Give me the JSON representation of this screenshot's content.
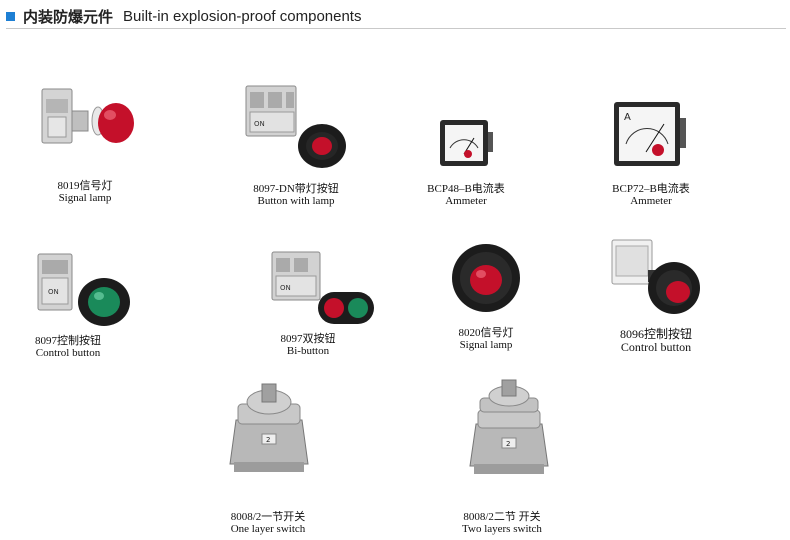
{
  "header": {
    "title_cn": "内装防爆元件",
    "title_en": "Built-in explosion-proof components",
    "marker_color": "#1d7fd4"
  },
  "components": [
    {
      "model": "8019信号灯",
      "name": "Signal lamp",
      "icon": "signal-lamp-icon"
    },
    {
      "model": "8097-DN带灯按钮",
      "name": "Button with lamp",
      "icon": "button-with-lamp-icon"
    },
    {
      "model": "BCP48–B电流表",
      "name": "Ammeter",
      "icon": "ammeter-icon"
    },
    {
      "model": "BCP72–B电流表",
      "name": "Ammeter",
      "icon": "ammeter-icon"
    },
    {
      "model": "8097控制按钮",
      "name": "Control button",
      "icon": "control-button-icon"
    },
    {
      "model": "8097双按钮",
      "name": "Bi-button",
      "icon": "bi-button-icon"
    },
    {
      "model": "8020信号灯",
      "name": "Signal lamp",
      "icon": "signal-lamp-icon"
    },
    {
      "model": "8096控制按钮",
      "name": "Control button",
      "icon": "control-button-icon"
    },
    {
      "model": "8008/2一节开关",
      "name": "One layer switch",
      "icon": "rotary-switch-icon"
    },
    {
      "model": "8008/2二节 开关",
      "name": "Two layers switch",
      "icon": "rotary-switch-icon"
    }
  ],
  "colors": {
    "lamp_red": "#c4102a",
    "button_green": "#1a8a5a",
    "housing_black": "#1c1c1c",
    "module_grey": "#c8c8c8"
  }
}
